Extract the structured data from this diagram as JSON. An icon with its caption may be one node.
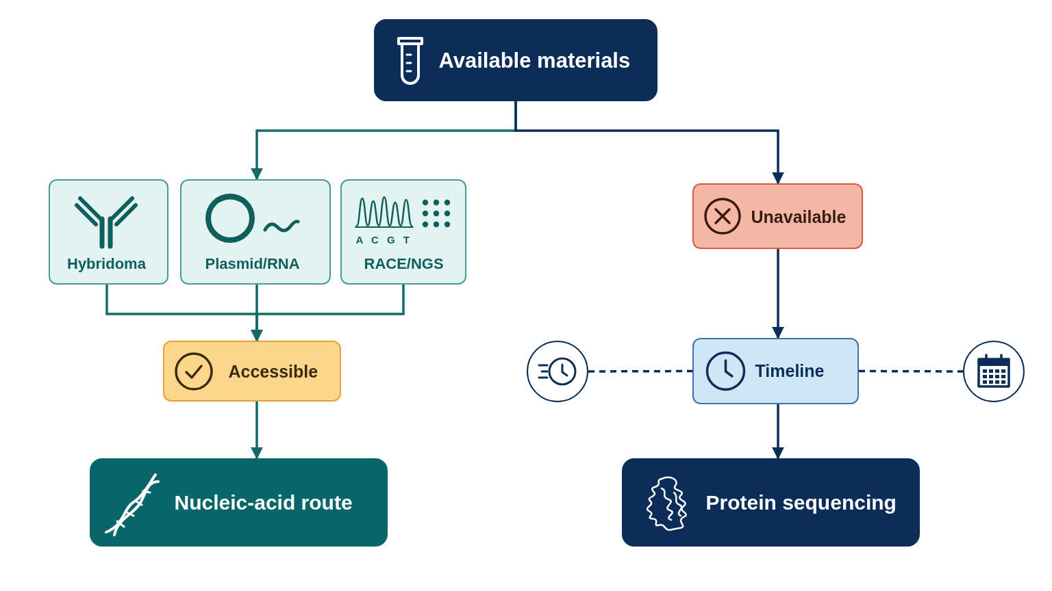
{
  "diagram": {
    "nodes": [
      {
        "text": [
          "Available materials"
        ]
      },
      {
        "text": [
          "Hybridoma"
        ]
      },
      {
        "text": [
          "Plasmid/RNA"
        ]
      },
      {
        "text": [
          "A C G T",
          "RACE/NGS"
        ]
      },
      {
        "text": [
          "Unavailable"
        ]
      },
      {
        "text": [
          "Accessible"
        ]
      },
      {
        "text": [],
        "shape": "circle"
      },
      {
        "text": [
          "Timeline"
        ]
      },
      {
        "text": [],
        "shape": "circle"
      },
      {
        "text": [
          "Nucleic-acid route"
        ]
      },
      {
        "text": [
          "Protein sequencing"
        ]
      }
    ],
    "edges": [
      {
        "from": 0,
        "to": 2,
        "arrow": "to",
        "color": "#126b68"
      },
      {
        "from": 0,
        "to": 4,
        "arrow": "to",
        "color": "#0c2d57"
      },
      {
        "from": 1,
        "to": 5,
        "arrow": "to",
        "color": "#126b68"
      },
      {
        "from": 2,
        "to": 5,
        "arrow": "to",
        "color": "#126b68"
      },
      {
        "from": 3,
        "to": 5,
        "arrow": "to",
        "color": "#126b68"
      },
      {
        "from": 4,
        "to": 7,
        "arrow": "to",
        "color": "#0c2d57"
      },
      {
        "from": 5,
        "to": 9,
        "arrow": "to",
        "color": "#126b68"
      },
      {
        "from": 6,
        "to": 7,
        "arrow": "none",
        "style": "dashed",
        "color": "#0c2d57"
      },
      {
        "from": 7,
        "to": 8,
        "arrow": "none",
        "style": "dashed",
        "color": "#0c2d57"
      },
      {
        "from": 7,
        "to": 10,
        "arrow": "to",
        "color": "#0c2d57"
      }
    ]
  }
}
